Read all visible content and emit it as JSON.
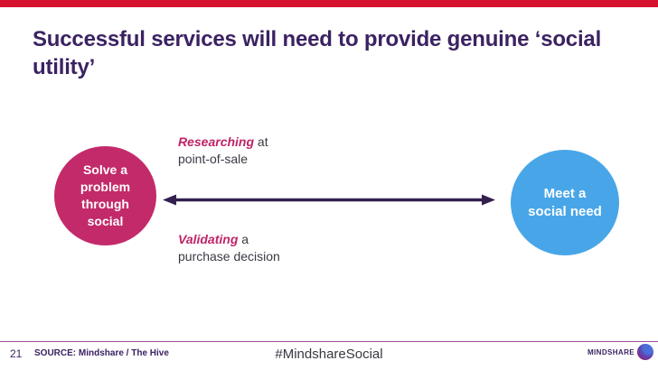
{
  "slide": {
    "title": "Successful services will need to provide genuine ‘social utility’"
  },
  "diagram": {
    "left_circle_label": "Solve a\nproblem\nthrough\nsocial",
    "right_circle_label": "Meet a\nsocial need",
    "top_label": {
      "highlight": "Researching",
      "rest": " at",
      "line2": "point-of-sale"
    },
    "bottom_label": {
      "highlight": "Validating",
      "rest": " a",
      "line2": "purchase decision"
    },
    "arrow": "double-headed-horizontal"
  },
  "footer": {
    "page_number": "21",
    "source": "SOURCE: Mindshare / The Hive",
    "hashtag": "#MindshareSocial",
    "logo_text": "MINDSHARE"
  },
  "colors": {
    "top_bar": "#d6112d",
    "title": "#3b2262",
    "magenta": "#c32a6a",
    "blue": "#48a6e8",
    "arrow": "#33204e",
    "highlight": "#c02468",
    "body_text": "#3a3a44",
    "footer_purple": "#3b2262",
    "footer_line": "#9c4f9e",
    "hashtag": "#3a3642",
    "logo_blue": "#4a6fd8",
    "logo_purple": "#7b2d8e"
  }
}
